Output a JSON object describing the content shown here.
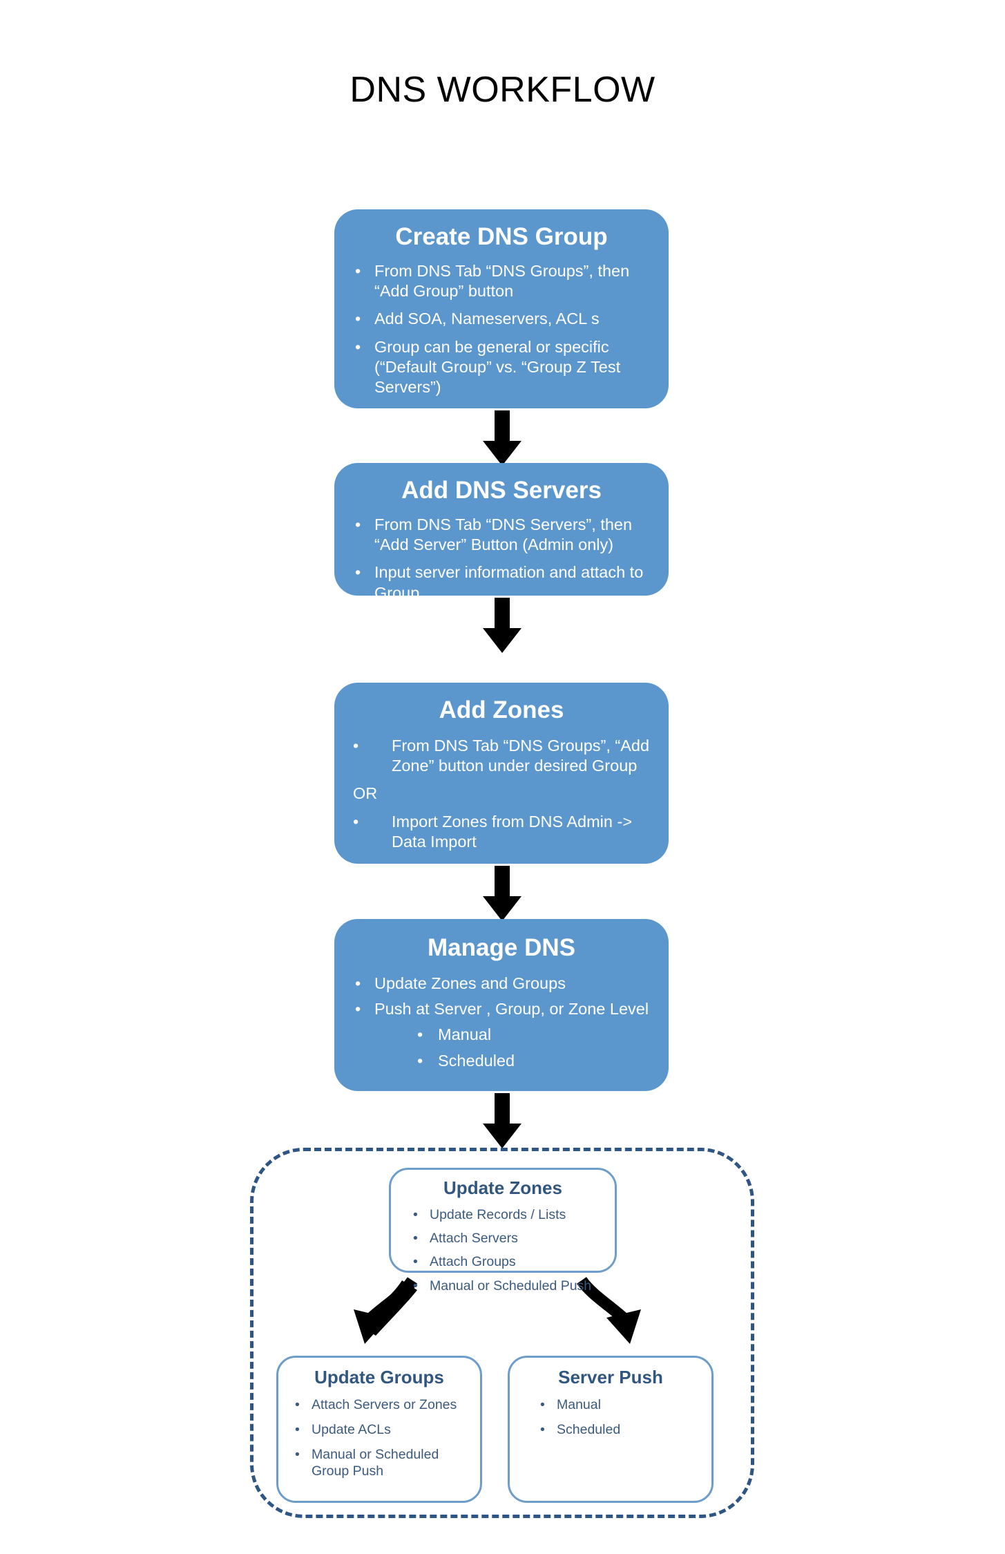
{
  "page": {
    "title": "DNS WORKFLOW",
    "bullet_glyph": "•"
  },
  "colors": {
    "primary_box_fill": "#5B96CC",
    "primary_box_text": "#FFFFFF",
    "sub_box_border": "#6E9DC9",
    "sub_box_text": "#3A5A80",
    "sub_box_title": "#31567F",
    "dashed_container_border": "#2F5584",
    "arrow": "#000000",
    "background": "#FFFFFF"
  },
  "flow": {
    "steps": [
      {
        "id": "create-dns-group",
        "title": "Create DNS Group",
        "bullets": [
          "From DNS Tab “DNS Groups”, then “Add Group” button",
          "Add SOA, Nameservers, ACL s",
          "Group can be general or specific (“Default Group” vs. “Group Z Test Servers”)"
        ]
      },
      {
        "id": "add-dns-servers",
        "title": "Add DNS Servers",
        "bullets": [
          "From DNS Tab “DNS Servers”, then “Add Server” Button (Admin only)",
          "Input server information and attach to Group"
        ]
      },
      {
        "id": "add-zones",
        "title": "Add  Zones",
        "bullets_before_or": [
          "From DNS Tab “DNS Groups”, “Add Zone” button under desired Group"
        ],
        "or_label": "OR",
        "bullets_after_or": [
          "Import Zones from DNS Admin -> Data Import"
        ]
      },
      {
        "id": "manage-dns",
        "title": "Manage DNS",
        "bullets": [
          {
            "text": "Update Zones and Groups",
            "level": 1
          },
          {
            "text": "Push at Server , Group, or Zone Level",
            "level": 1
          },
          {
            "text": "Manual",
            "level": 2
          },
          {
            "text": "Scheduled",
            "level": 2
          }
        ]
      }
    ]
  },
  "detail_group": {
    "update_zones": {
      "title": "Update Zones",
      "bullets": [
        "Update Records / Lists",
        "Attach Servers",
        "Attach Groups",
        "Manual or Scheduled Push"
      ]
    },
    "update_groups": {
      "title": "Update Groups",
      "bullets": [
        "Attach Servers or Zones",
        "Update ACLs",
        "Manual or Scheduled Group Push"
      ]
    },
    "server_push": {
      "title": "Server Push",
      "bullets": [
        "Manual",
        "Scheduled"
      ]
    }
  }
}
